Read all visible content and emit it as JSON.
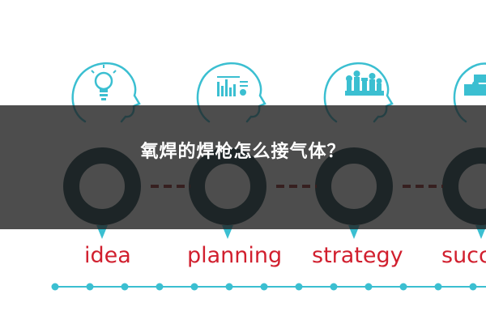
{
  "banner": {
    "title": "氧焊的焊枪怎么接气体？"
  },
  "steps": [
    {
      "label": "idea",
      "icon": "lightbulb-icon"
    },
    {
      "label": "planning",
      "icon": "document-chart-icon"
    },
    {
      "label": "strategy",
      "icon": "chess-pieces-icon"
    },
    {
      "label": "succ",
      "icon": "puzzle-pieces-icon"
    }
  ],
  "colors": {
    "teal": "#3bbfd1",
    "dark_ring": "#123a42",
    "dash_red": "#8b1c1c",
    "label_red": "#d11f2e",
    "overlay": "#202020"
  }
}
